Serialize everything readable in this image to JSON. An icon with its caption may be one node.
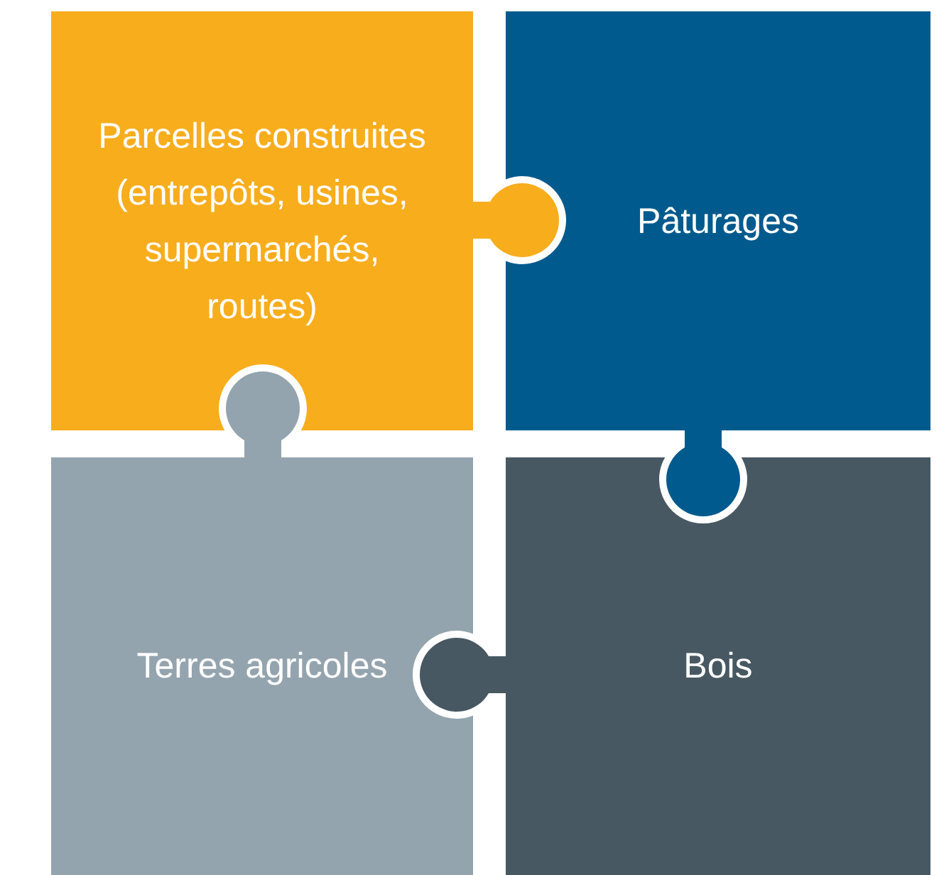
{
  "diagram": {
    "nodes": [
      {
        "text": [
          "Parcelles construites (entrepôts, usines, supermarchés, routes)"
        ]
      },
      {
        "text": [
          "Pâturages"
        ]
      },
      {
        "text": [
          "Terres agricoles"
        ]
      },
      {
        "text": [
          "Bois"
        ]
      }
    ]
  }
}
